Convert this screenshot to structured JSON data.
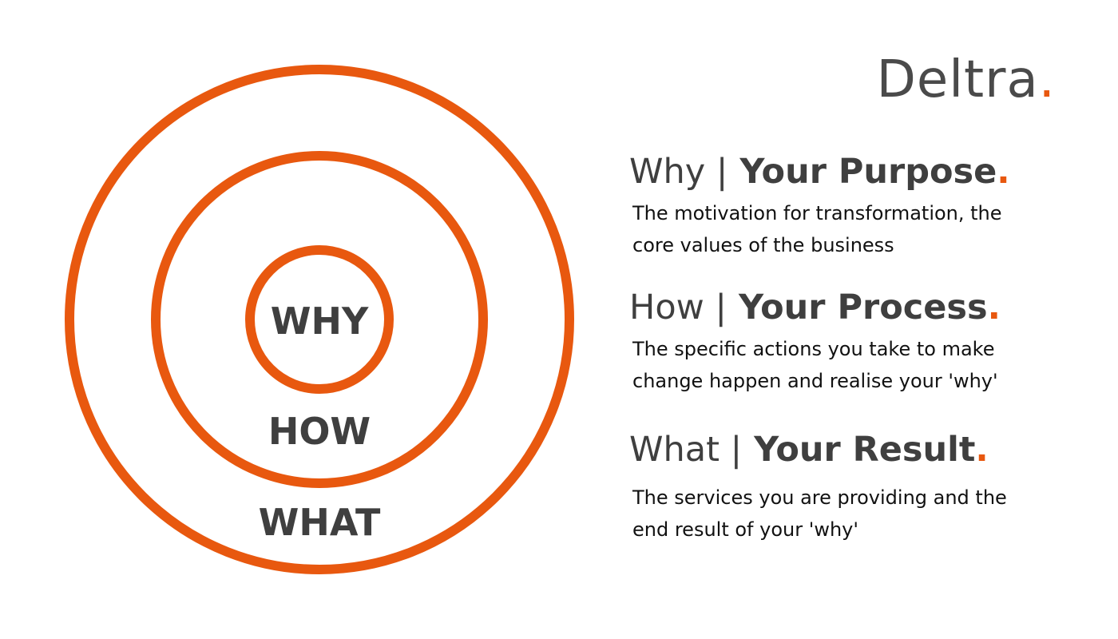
{
  "brand": {
    "name": "Deltra",
    "dot": "."
  },
  "colors": {
    "accent": "#e8580f",
    "heading": "#3f3f3f",
    "body_text": "#111111"
  },
  "circles": {
    "inner_label": "WHY",
    "middle_label": "HOW",
    "outer_label": "WHAT"
  },
  "sections": [
    {
      "term": "Why |",
      "title": "Your Purpose",
      "dot": ".",
      "text": "The motivation for transformation, the core values of the business"
    },
    {
      "term": "How |",
      "title": "Your Process",
      "dot": ".",
      "text": "The specific actions you take to make change happen and realise your 'why'"
    },
    {
      "term": "What |",
      "title": "Your Result",
      "dot": ".",
      "text": "The services you are providing and the end result of your 'why'"
    }
  ]
}
